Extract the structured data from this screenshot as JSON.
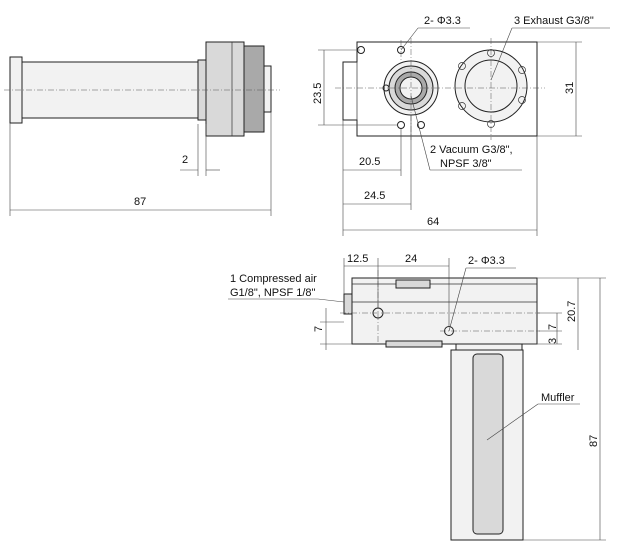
{
  "labels": {
    "holes_top": "2- Φ3.3",
    "exhaust": "3 Exhaust  G3/8\"",
    "vacuum_line1": "2 Vacuum G3/8\",",
    "vacuum_line2": "NPSF 3/8\"",
    "air_line1": "1 Compressed air",
    "air_line2": "G1/8\", NPSF 1/8\"",
    "holes_bottom": "2- Φ3.3",
    "muffler": "Muffler"
  },
  "dimensions": {
    "side_length": "87",
    "side_flange": "2",
    "front_height_left": "23.5",
    "front_height_right": "31",
    "front_width_20": "20.5",
    "front_width_24": "24.5",
    "front_width_64": "64",
    "bottom_12": "12.5",
    "bottom_24": "24",
    "bottom_7_left": "7",
    "bottom_7_right": "7",
    "bottom_3": "3",
    "bottom_20": "20.7",
    "bottom_87": "87"
  }
}
